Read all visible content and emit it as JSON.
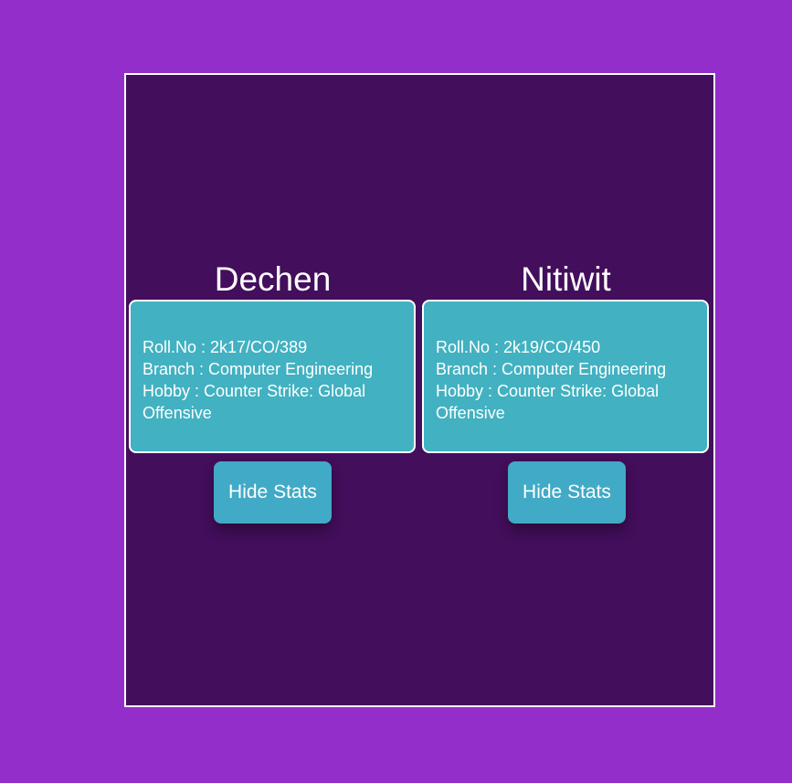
{
  "cards": [
    {
      "name": "Dechen",
      "roll": "Roll.No : 2k17/CO/389",
      "branch": "Branch : Computer Engineering",
      "hobby": "Hobby : Counter Strike: Global Offensive",
      "button_label": "Hide Stats"
    },
    {
      "name": "Nitiwit",
      "roll": "Roll.No : 2k19/CO/450",
      "branch": "Branch : Computer Engineering",
      "hobby": "Hobby : Counter Strike: Global Offensive",
      "button_label": "Hide Stats"
    }
  ],
  "colors": {
    "page_background": "#932ecb",
    "frame_background": "#430e5c",
    "panel_background": "#42b1c1",
    "button_background": "#41aac7",
    "text": "#ffffff"
  }
}
